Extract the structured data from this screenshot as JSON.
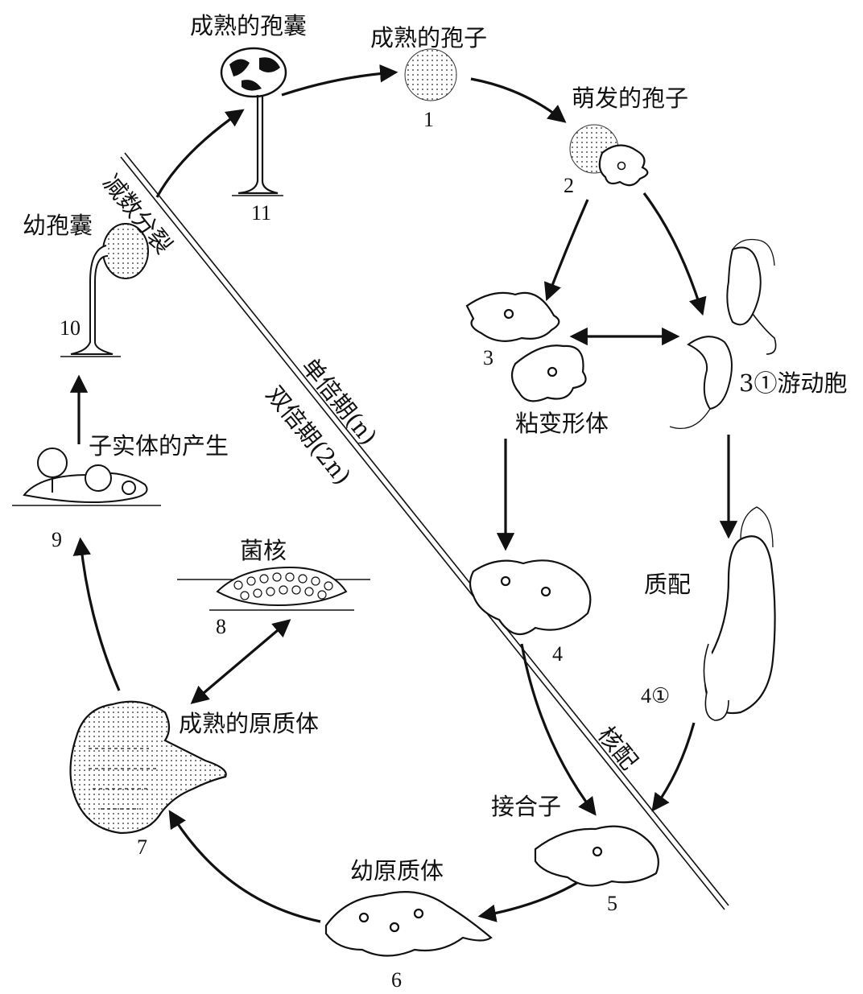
{
  "stages": {
    "mature_sporangium": "成熟的孢囊",
    "mature_spore": "成熟的孢子",
    "germinating_spore": "萌发的孢子",
    "young_sporangium": "幼孢囊",
    "meiosis": "减数分裂",
    "myxamoeba": "粘变形体",
    "swarm_cell": "3①游动胞",
    "plasmogamy": "质配",
    "karyogamy": "核配",
    "zygote": "接合子",
    "young_plasmodium": "幼原质体",
    "mature_plasmodium": "成熟的原质体",
    "sclerotium": "菌核",
    "fruiting_body_formation": "子实体的产生",
    "haploid_phase": "单倍期(n)",
    "diploid_phase": "双倍期(2n)"
  },
  "numbers": {
    "n1": "1",
    "n2": "2",
    "n3": "3",
    "n4": "4",
    "n4_1": "4①",
    "n5": "5",
    "n6": "6",
    "n7": "7",
    "n8": "8",
    "n9": "9",
    "n10": "10",
    "n11": "11"
  },
  "colors": {
    "ink": "#111111",
    "background": "#ffffff"
  }
}
